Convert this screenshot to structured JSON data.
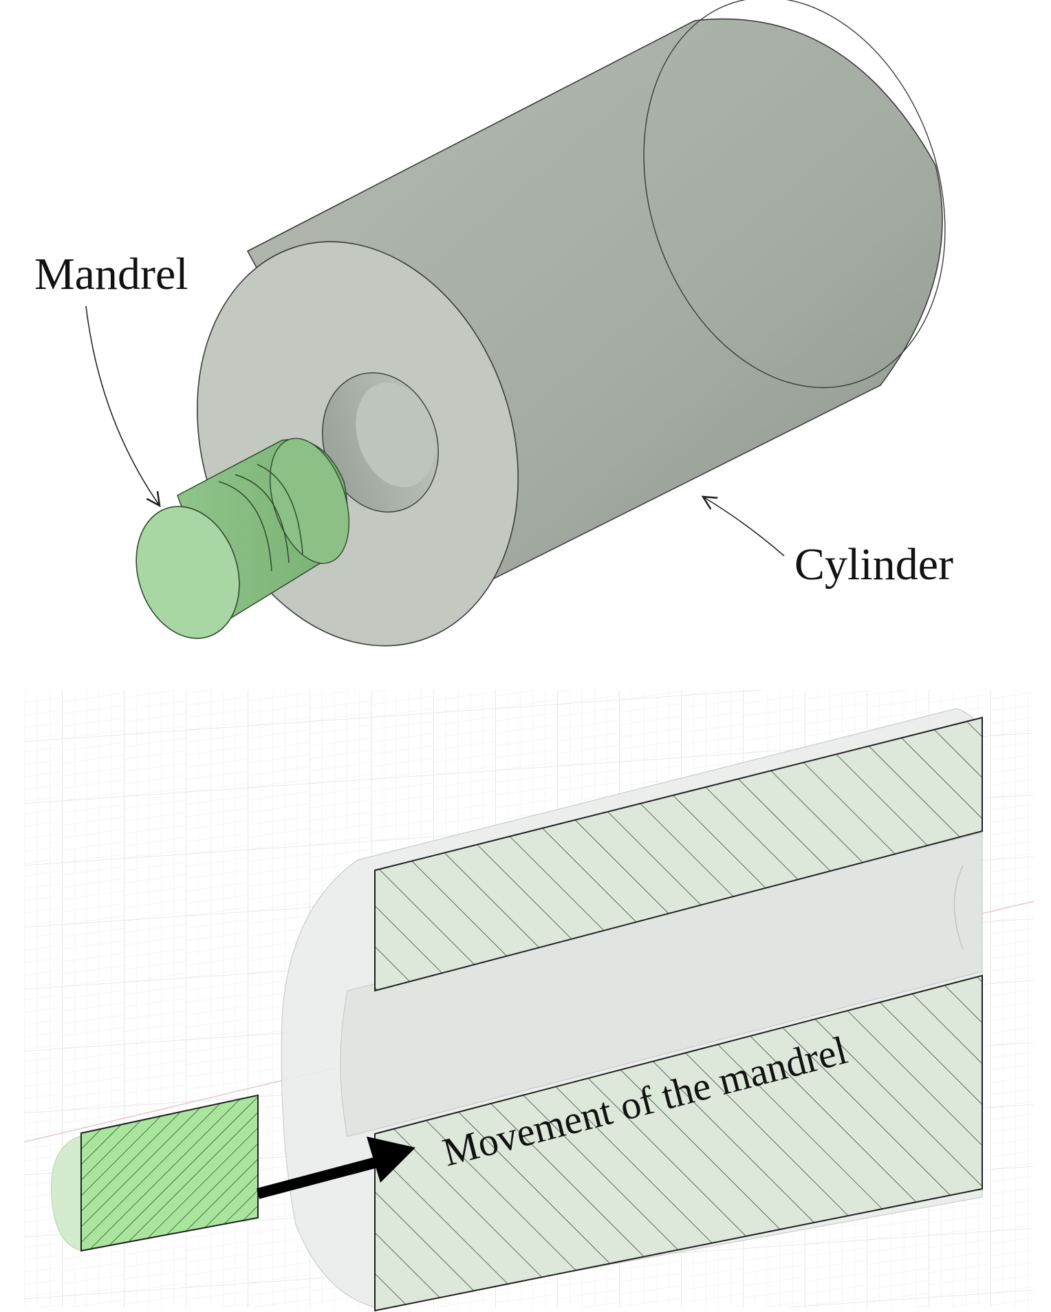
{
  "top_panel": {
    "mandrel_label": "Mandrel",
    "cylinder_label": "Cylinder"
  },
  "bottom_panel": {
    "movement_label": "Movement of the mandrel"
  },
  "colors": {
    "cylinder_body": "#a9b0a8",
    "cylinder_face": "#c3c9c1",
    "mandrel_green": "#a8d7a3",
    "section_green": "#a9e59c",
    "hatch_face": "#dde8da",
    "grid": "#e3e3e3",
    "arrow": "#000000"
  }
}
